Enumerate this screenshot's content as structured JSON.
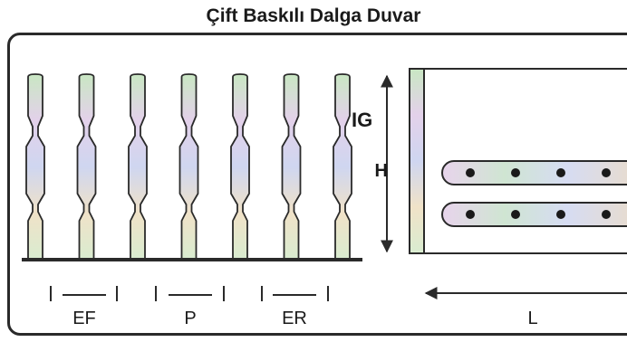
{
  "title": "Çift Baskılı Dalga Duvar",
  "labels": {
    "ig": "IG",
    "h": "H",
    "ef": "EF",
    "p": "P",
    "er": "ER",
    "l": "L"
  },
  "colors": {
    "outline": "#2a2a2a",
    "pastel_stops": [
      "#c9e7c3",
      "#e3d1ea",
      "#cfd6f0",
      "#f0e2c8",
      "#d9ecd0"
    ]
  },
  "wires": {
    "count": 7
  },
  "rollers": {
    "count": 2,
    "dots_per_roller": 4
  }
}
